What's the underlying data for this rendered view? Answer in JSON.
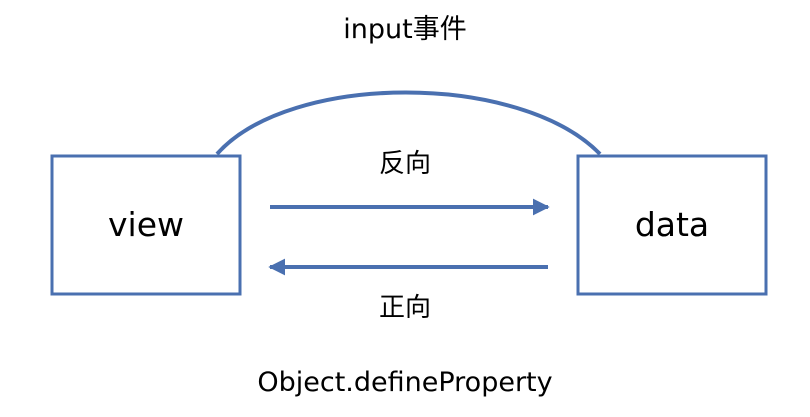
{
  "diagram": {
    "top_arc_label": "input事件",
    "upper_arrow_label": "反向",
    "lower_arrow_label": "正向",
    "bottom_label": "Object.defineProperty",
    "left_box_label": "view",
    "right_box_label": "data"
  },
  "colors": {
    "line": "#4a70b0",
    "text": "#000000",
    "background": "#ffffff"
  }
}
